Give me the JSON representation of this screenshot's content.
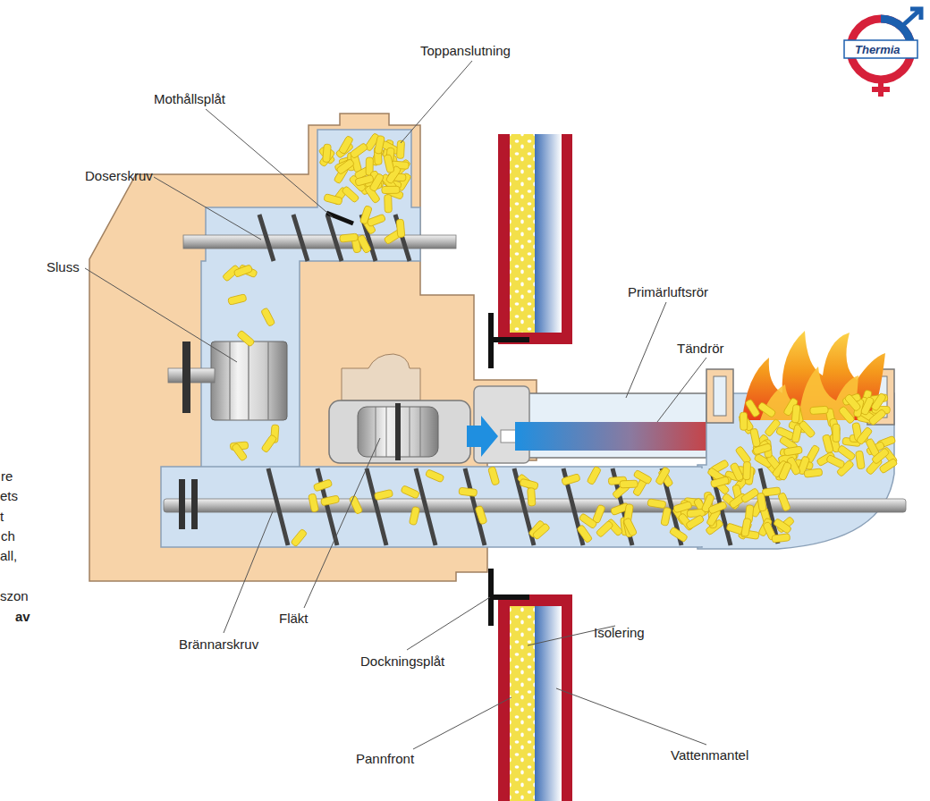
{
  "diagram": {
    "labels": [
      "Toppanslutning",
      "Mothållsplåt",
      "Doserskruv",
      "Sluss",
      "Primärluftsrör",
      "Tändrör",
      "Brännarskruv",
      "Fläkt",
      "Dockningsplåt",
      "Isolering",
      "Pannfront",
      "Vattenmantel",
      "Thermia",
      "re",
      "ets",
      "t",
      "ch",
      "all,",
      "szon",
      "av"
    ]
  }
}
